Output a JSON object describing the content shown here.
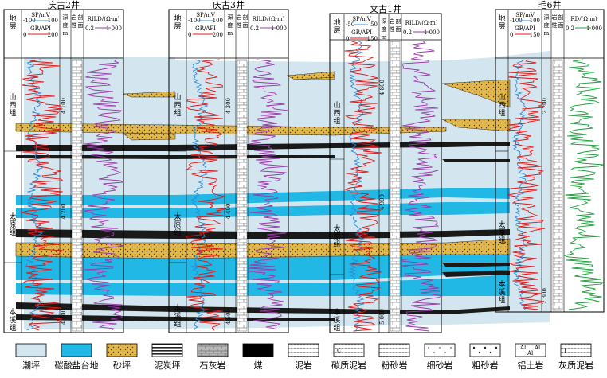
{
  "wells": [
    {
      "id": "w1",
      "name": "庆古2井",
      "header": {
        "col_strata": "地层",
        "sp_label": "SP/mV",
        "sp_range": [
          "-100",
          "100"
        ],
        "gr_label": "GR/API",
        "gr_range": [
          "0",
          "200"
        ],
        "depth_label": "深度/m",
        "lith_label": "岩性剖面",
        "res_label": "RILD/(Ω·m)",
        "res_range": [
          "0.2",
          "1 000"
        ]
      },
      "strata": [
        "山西组",
        "太原组",
        "本溪组"
      ],
      "depths": [
        "4 100",
        "4 200",
        "4 300"
      ]
    },
    {
      "id": "w2",
      "name": "庆古3井",
      "header": {
        "col_strata": "地层",
        "sp_label": "SP/mV",
        "sp_range": [
          "-100",
          "100"
        ],
        "gr_label": "GR/API",
        "gr_range": [
          "0",
          "200"
        ],
        "depth_label": "深度/m",
        "lith_label": "岩性剖面",
        "res_label": "RILD/(Ω·m)",
        "res_range": [
          "0.2",
          "1 000"
        ]
      },
      "strata": [
        "山西组",
        "太原组",
        "本溪组"
      ],
      "depths": [
        "4 300",
        "4 400",
        "4 500"
      ]
    },
    {
      "id": "w3",
      "name": "文古1井",
      "header": {
        "col_strata": "地层",
        "sp_label": "SP/mV",
        "sp_range": [
          "-50",
          "50"
        ],
        "gr_label": "GR/API",
        "gr_range": [
          "0",
          "150"
        ],
        "depth_label": "深度/m",
        "lith_label": "岩性剖面",
        "res_label": "RILD/(Ω·m)",
        "res_range": [
          "0.2",
          "1 000"
        ]
      },
      "strata": [
        "山西组",
        "太原组",
        "本溪组"
      ],
      "depths": [
        "4 800",
        "4 900",
        "5 000"
      ]
    },
    {
      "id": "w4",
      "name": "毛6井",
      "header": {
        "col_strata": "地层",
        "sp_label": "SP/mV",
        "sp_range": [
          "-100",
          "100"
        ],
        "gr_label": "GR/API",
        "gr_range": [
          "0",
          "150"
        ],
        "depth_label": "深度/m",
        "lith_label": "岩性剖面",
        "res_label": "RD/(Ω·m)",
        "res_range": [
          "0.2",
          "1 000"
        ]
      },
      "strata": [
        "山西组",
        "太原组",
        "本溪组"
      ],
      "depths": [
        "2 200",
        "2 300"
      ]
    }
  ],
  "legend": [
    {
      "label": "潮坪",
      "pattern": "tidal-flat",
      "color": "#d3e6ef"
    },
    {
      "label": "碳酸盐台地",
      "pattern": "carbonate-platform",
      "color": "#22b8e6"
    },
    {
      "label": "砂坪",
      "pattern": "sand-flat",
      "color": "#e3b84a"
    },
    {
      "label": "泥炭坪",
      "pattern": "peat-flat",
      "color": "#222222"
    },
    {
      "label": "石灰岩",
      "pattern": "limestone",
      "color": "#a8a8a8"
    },
    {
      "label": "煤",
      "pattern": "coal",
      "color": "#000000"
    },
    {
      "label": "泥岩",
      "pattern": "mudstone",
      "color": "#ffffff"
    },
    {
      "label": "碳质泥岩",
      "pattern": "carbonaceous-mudstone",
      "color": "#ffffff"
    },
    {
      "label": "粉砂岩",
      "pattern": "siltstone",
      "color": "#ffffff"
    },
    {
      "label": "细砂岩",
      "pattern": "fine-sandstone",
      "color": "#ffffff"
    },
    {
      "label": "粗砂岩",
      "pattern": "coarse-sandstone",
      "color": "#ffffff"
    },
    {
      "label": "铝土岩",
      "pattern": "bauxite",
      "color": "#ffffff"
    },
    {
      "label": "灰质泥岩",
      "pattern": "calcareous-mudstone",
      "color": "#ffffff"
    }
  ],
  "colors": {
    "sp_curve": "#2a8ad8",
    "gr_curve": "#e01818",
    "res_curve": "#9a3aa8",
    "rd_curve": "#20a040",
    "tidal_flat": "#d3e6ef",
    "carbonate": "#22b8e6",
    "sand": "#e3b84a"
  }
}
